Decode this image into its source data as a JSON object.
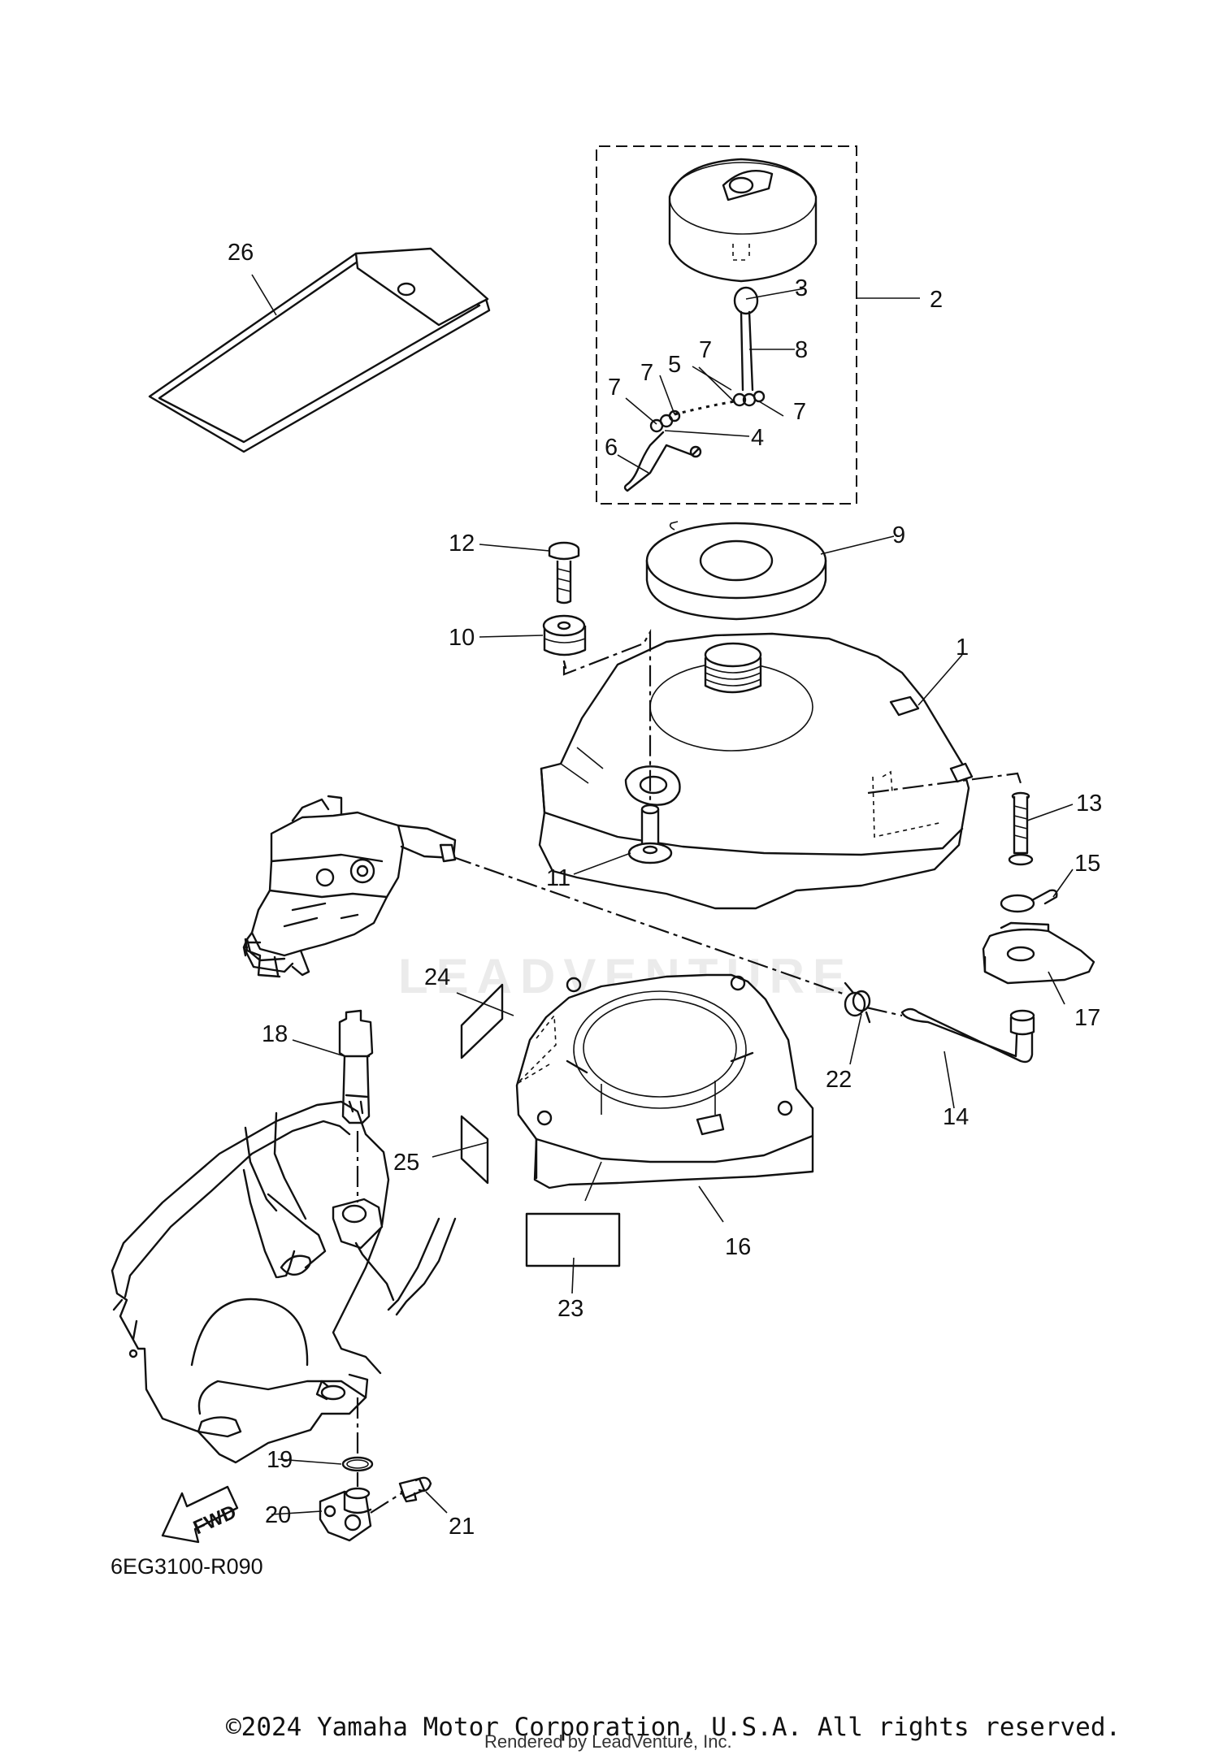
{
  "diagram": {
    "part_labels": [
      {
        "id": "p1",
        "text": "1"
      },
      {
        "id": "p2",
        "text": "2"
      },
      {
        "id": "p3",
        "text": "3"
      },
      {
        "id": "p4",
        "text": "4"
      },
      {
        "id": "p5",
        "text": "5"
      },
      {
        "id": "p6",
        "text": "6"
      },
      {
        "id": "p7a",
        "text": "7"
      },
      {
        "id": "p7b",
        "text": "7"
      },
      {
        "id": "p7c",
        "text": "7"
      },
      {
        "id": "p7d",
        "text": "7"
      },
      {
        "id": "p8",
        "text": "8"
      },
      {
        "id": "p9",
        "text": "9"
      },
      {
        "id": "p10",
        "text": "10"
      },
      {
        "id": "p11",
        "text": "11"
      },
      {
        "id": "p12",
        "text": "12"
      },
      {
        "id": "p13",
        "text": "13"
      },
      {
        "id": "p14",
        "text": "14"
      },
      {
        "id": "p15",
        "text": "15"
      },
      {
        "id": "p16",
        "text": "16"
      },
      {
        "id": "p17",
        "text": "17"
      },
      {
        "id": "p18",
        "text": "18"
      },
      {
        "id": "p19",
        "text": "19"
      },
      {
        "id": "p20",
        "text": "20"
      },
      {
        "id": "p21",
        "text": "21"
      },
      {
        "id": "p22",
        "text": "22"
      },
      {
        "id": "p23",
        "text": "23"
      },
      {
        "id": "p24",
        "text": "24"
      },
      {
        "id": "p25",
        "text": "25"
      },
      {
        "id": "p26",
        "text": "26"
      }
    ],
    "fwd_label": "FWD",
    "diagram_code": "6EG3100-R090",
    "watermark": "LEADVENTURE"
  },
  "footer": {
    "copyright": "©2024 Yamaha Motor Corporation, U.S.A. All rights reserved.",
    "rendered_by": "Rendered by LeadVenture, Inc."
  }
}
